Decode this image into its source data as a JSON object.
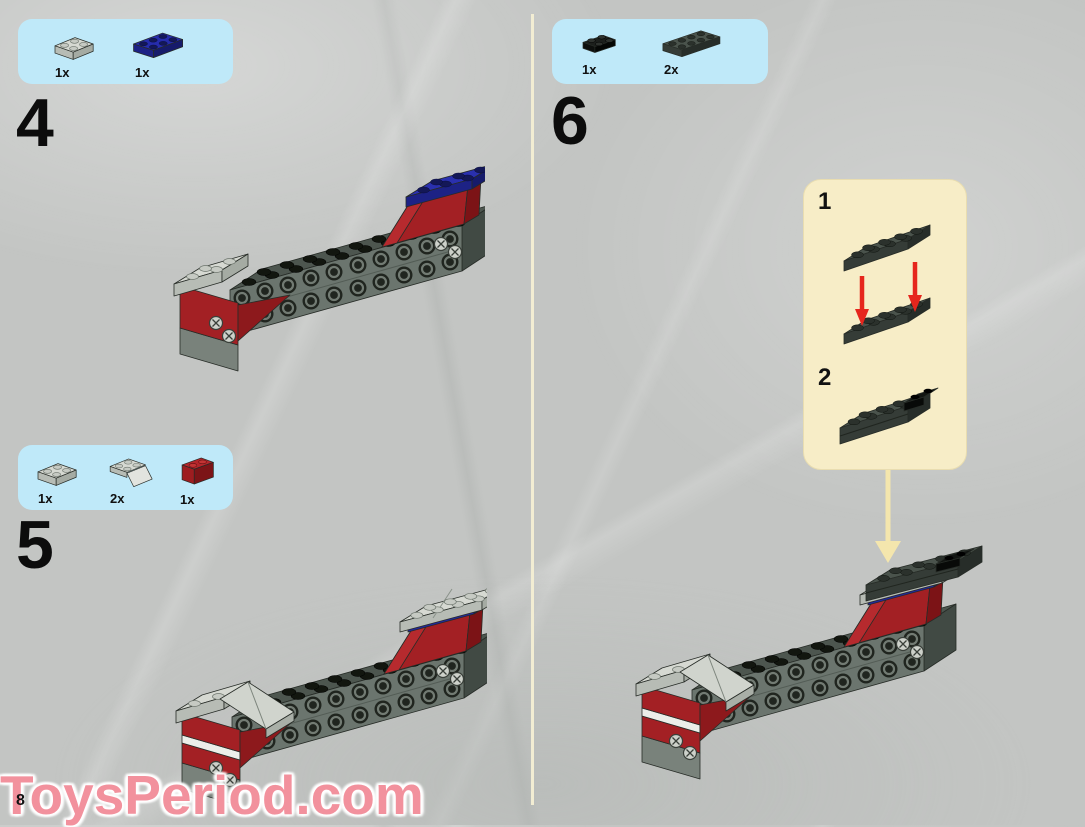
{
  "page": {
    "number": "8",
    "watermark": "ToysPeriod.com",
    "background_color": "#c3c5c3",
    "divider_color": "#f2edd3"
  },
  "colors": {
    "parts_box_bg": "#bfe9f9",
    "callout_bg": "#f7edc7",
    "callout_arrow": "#f4e6ad",
    "red_arrow": "#e6261d",
    "watermark_pink": "#f2919d",
    "brick_dark_gray_beam": "#6b756e",
    "brick_dark_red": "#a32024",
    "brick_blue": "#2a30ae",
    "brick_light_gray": "#d6d9d2",
    "brick_dark_plate": "#4a534c",
    "brick_black": "#121512",
    "step_number_color": "#0c0c0c"
  },
  "steps": {
    "step4": {
      "number": "4",
      "parts": [
        {
          "name": "light-gray-2x2-plate",
          "qty": "1x"
        },
        {
          "name": "blue-2x3-plate",
          "qty": "1x"
        }
      ]
    },
    "step5": {
      "number": "5",
      "parts": [
        {
          "name": "light-gray-2x2-plate",
          "qty": "1x"
        },
        {
          "name": "light-gray-2x2-inverted-slope",
          "qty": "2x"
        },
        {
          "name": "dark-red-1x2-brick",
          "qty": "1x"
        }
      ]
    },
    "step6": {
      "number": "6",
      "parts": [
        {
          "name": "black-1x2-plate",
          "qty": "1x"
        },
        {
          "name": "dark-gray-2x4-plate",
          "qty": "2x"
        }
      ],
      "callout": {
        "substep1": "1",
        "substep2": "2"
      }
    }
  }
}
